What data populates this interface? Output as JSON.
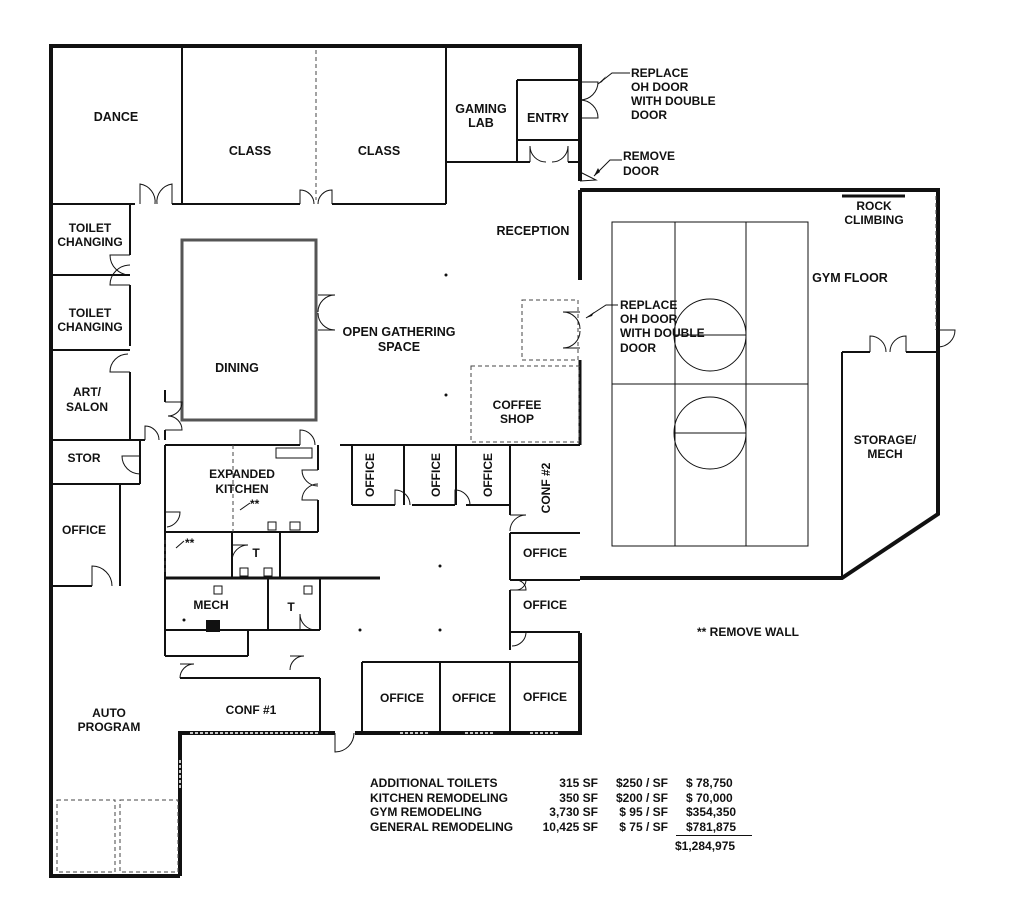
{
  "rooms": {
    "dance": "DANCE",
    "class_1": "CLASS",
    "class_2": "CLASS",
    "gaming_lab_1": "GAMING",
    "gaming_lab_2": "LAB",
    "entry": "ENTRY",
    "toilet_1_a": "TOILET",
    "toilet_1_b": "CHANGING",
    "toilet_2_a": "TOILET",
    "toilet_2_b": "CHANGING",
    "art_salon_1": "ART/",
    "art_salon_2": "SALON",
    "stor": "STOR",
    "office_west": "OFFICE",
    "reception": "RECEPTION",
    "dining": "DINING",
    "open_gathering_1": "OPEN GATHERING",
    "open_gathering_2": "SPACE",
    "coffee_shop_1": "COFFEE",
    "coffee_shop_2": "SHOP",
    "expanded_kitchen_1": "EXPANDED",
    "expanded_kitchen_2": "KITCHEN",
    "office_v1": "OFFICE",
    "office_v2": "OFFICE",
    "office_v3": "OFFICE",
    "conf_2": "CONF #2",
    "office_e1": "OFFICE",
    "office_e2": "OFFICE",
    "toilet_t1": "T",
    "toilet_t2": "T",
    "mech": "MECH",
    "conf_1": "CONF #1",
    "office_s1": "OFFICE",
    "office_s2": "OFFICE",
    "office_s3": "OFFICE",
    "auto_program_1": "AUTO",
    "auto_program_2": "PROGRAM",
    "rock_climbing_1": "ROCK",
    "rock_climbing_2": "CLIMBING",
    "gym_floor": "GYM FLOOR",
    "storage_mech_1": "STORAGE/",
    "storage_mech_2": "MECH"
  },
  "notes": {
    "replace_oh_1": "REPLACE",
    "replace_oh_2": "OH DOOR",
    "replace_oh_3": "WITH DOUBLE",
    "replace_oh_4": "DOOR",
    "remove_door_1": "REMOVE",
    "remove_door_2": "DOOR",
    "replace_oh2_1": "REPLACE",
    "replace_oh2_2": "OH DOOR",
    "replace_oh2_3": "WITH DOUBLE",
    "replace_oh2_4": "DOOR",
    "remove_wall": "** REMOVE WALL",
    "star_1": "**",
    "star_2": "**"
  },
  "costs": {
    "rows": [
      {
        "item": "ADDITIONAL TOILETS",
        "area": "315 SF",
        "rate": "$250 / SF",
        "cost": "$ 78,750"
      },
      {
        "item": "KITCHEN REMODELING",
        "area": "350 SF",
        "rate": "$200 / SF",
        "cost": "$ 70,000"
      },
      {
        "item": "GYM REMODELING",
        "area": "3,730 SF",
        "rate": "$ 95 / SF",
        "cost": "$354,350"
      },
      {
        "item": "GENERAL REMODELING",
        "area": "10,425 SF",
        "rate": "$ 75 / SF",
        "cost": "$781,875"
      }
    ],
    "total": "$1,284,975"
  }
}
